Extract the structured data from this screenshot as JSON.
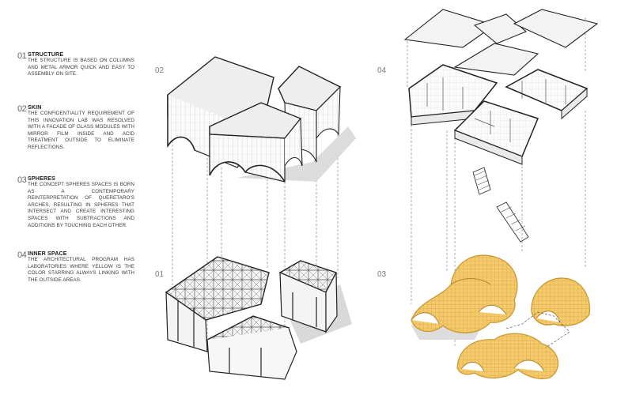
{
  "legend": [
    {
      "num": "01",
      "title": "STRUCTURE",
      "body": "THE STRUCTURE IS BASED ON COLUMNS AND METAL ARMOR QUICK AND EASY TO ASSEMBLY ON SITE."
    },
    {
      "num": "02",
      "title": "SKIN",
      "body": "THE CONFIDENTIALITY REQUIREMENT OF THIS INNOVATION LAB WAS RESOLVED WITH A FACADE OF GLASS MODULES WITH MIRROR FILM INSIDE AND ACID TREATMENT OUTSIDE TO ELIMINATE REFLECTIONS."
    },
    {
      "num": "03",
      "title": "SPHERES",
      "body": "THE CONCEPT SPHERES SPACES IS BORN AS A CONTEMPORARY REINTERPRETATION OF QUERETARO'S ARCHES, RESULTING IN SPHERES THAT INTERSECT AND CREATE INTERESTING SPACES WITH SUBTRACTIONS AND ADDITIONS BY TOUCHING EACH OTHER."
    },
    {
      "num": "04",
      "title": "INNER SPACE",
      "body": "THE ARCHITECTURAL PROGRAM HAS LABORATORIES WHERE YELLOW IS THE COLOR STARRING ALWAYS LINKING WITH THE OUTSIDE AREAS."
    }
  ],
  "stages": {
    "s01": "01",
    "s02": "02",
    "s03": "03",
    "s04": "04"
  },
  "colors": {
    "sphere_fill": "#f3c96a",
    "sphere_line": "#c99a35",
    "line": "#222222",
    "roof": "#eeeeee",
    "shadow": "#d8d8d8"
  }
}
